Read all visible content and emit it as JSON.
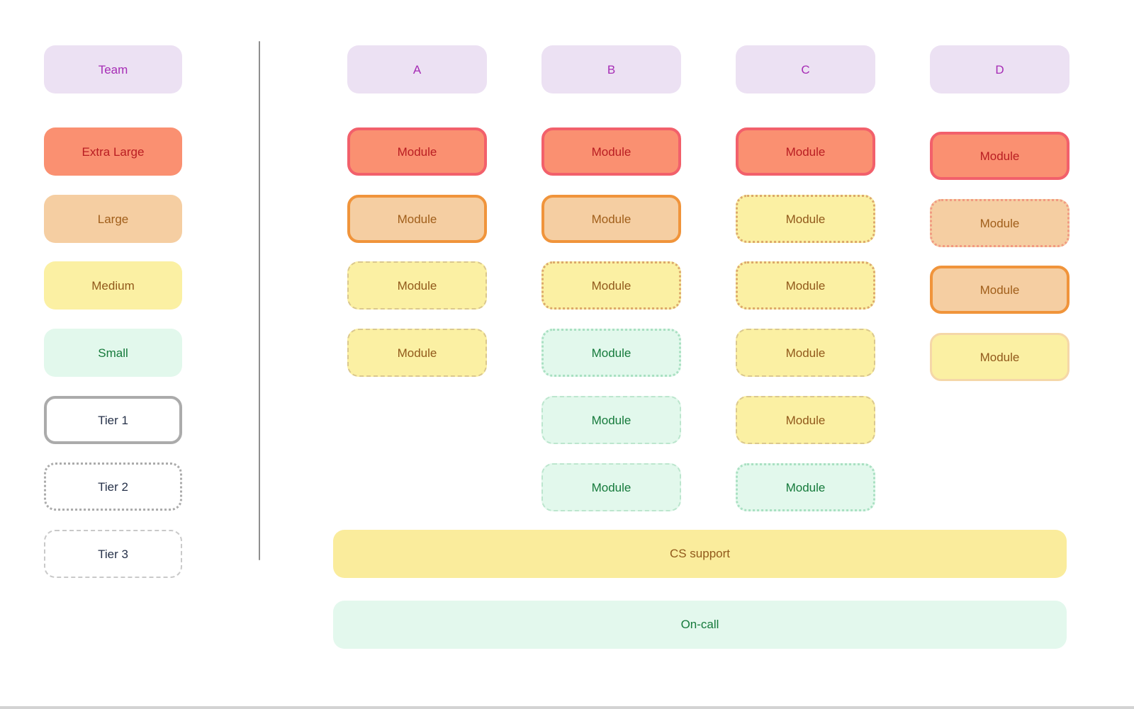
{
  "legend": {
    "items": [
      {
        "label": "Team",
        "size": "team",
        "tier": 0
      },
      {
        "label": "Extra Large",
        "size": "xl",
        "tier": 0
      },
      {
        "label": "Large",
        "size": "large",
        "tier": 0
      },
      {
        "label": "Medium",
        "size": "medium",
        "tier": 0
      },
      {
        "label": "Small",
        "size": "small",
        "tier": 0
      },
      {
        "label": "Tier 1",
        "size": "plain",
        "tier": 1
      },
      {
        "label": "Tier 2",
        "size": "plain",
        "tier": 2
      },
      {
        "label": "Tier 3",
        "size": "plain",
        "tier": 3
      }
    ]
  },
  "columns": [
    {
      "header": "A",
      "modules": [
        {
          "label": "Module",
          "size": "xl",
          "tier": 1
        },
        {
          "label": "Module",
          "size": "large",
          "tier": 1
        },
        {
          "label": "Module",
          "size": "medium",
          "tier": 3
        },
        {
          "label": "Module",
          "size": "medium",
          "tier": 3
        }
      ]
    },
    {
      "header": "B",
      "modules": [
        {
          "label": "Module",
          "size": "xl",
          "tier": 1
        },
        {
          "label": "Module",
          "size": "large",
          "tier": 1
        },
        {
          "label": "Module",
          "size": "medium",
          "tier": 2
        },
        {
          "label": "Module",
          "size": "small",
          "tier": 2
        },
        {
          "label": "Module",
          "size": "small",
          "tier": 3
        },
        {
          "label": "Module",
          "size": "small",
          "tier": 3
        }
      ]
    },
    {
      "header": "C",
      "modules": [
        {
          "label": "Module",
          "size": "xl",
          "tier": 1
        },
        {
          "label": "Module",
          "size": "medium",
          "tier": 2
        },
        {
          "label": "Module",
          "size": "medium",
          "tier": 2
        },
        {
          "label": "Module",
          "size": "medium",
          "tier": 3
        },
        {
          "label": "Module",
          "size": "medium",
          "tier": 3
        },
        {
          "label": "Module",
          "size": "small",
          "tier": 2
        }
      ]
    },
    {
      "header": "D",
      "modules": [
        {
          "label": "Module",
          "size": "xl",
          "tier": 1
        },
        {
          "label": "Module",
          "size": "large",
          "tier": 2
        },
        {
          "label": "Module",
          "size": "large",
          "tier": 1
        },
        {
          "label": "Module",
          "size": "medium",
          "tier": 1
        }
      ]
    }
  ],
  "banners": [
    {
      "label": "CS support",
      "kind": "cs"
    },
    {
      "label": "On-call",
      "kind": "oncall"
    }
  ],
  "colors": {
    "team_fill": "#ECE1F3",
    "team_text": "#A62CB5",
    "xl_fill": "#FA9071",
    "xl_border": "#F2606B",
    "xl_text": "#B91D22",
    "large_fill": "#F5CEA2",
    "large_border": "#F0943B",
    "large_border_t2": "#F19A82",
    "large_text": "#A05E1A",
    "medium_fill": "#FBF0A3",
    "medium_border_t1": "#F5D7A8",
    "medium_border_t2": "#DCA96B",
    "medium_border_t3": "#DBC88D",
    "medium_text": "#91591B",
    "small_fill": "#E2F8EC",
    "small_border_t2": "#A9E0C2",
    "small_border_t3": "#BCE6CE",
    "small_text": "#157A3B",
    "tier_border": "#ABABAB",
    "tier3_border": "#C9C9C9",
    "tier_text": "#263149",
    "cs_fill": "#FAEC9C",
    "oncall_fill": "#E3F8ED",
    "divider": "#8E8E8E"
  }
}
